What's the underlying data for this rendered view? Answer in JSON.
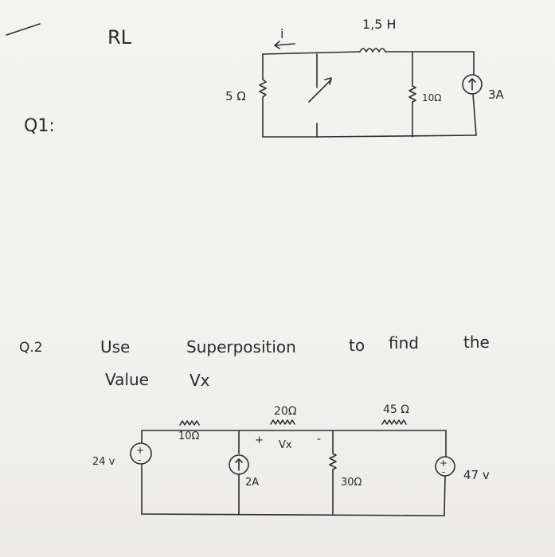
{
  "q1": {
    "marker": "Q1:",
    "title": "RL",
    "inductor": "1,5 H",
    "current": "i",
    "r5": "5 Ω",
    "r10": "10Ω",
    "source": "3A"
  },
  "q2": {
    "marker": "Q.2",
    "prompt_line1": [
      "Use",
      "Superposition",
      "to",
      "find",
      "the"
    ],
    "prompt_line2": [
      "Value",
      "Vx"
    ],
    "r10": "10Ω",
    "r20": "20Ω",
    "r45": "45 Ω",
    "r30": "30Ω",
    "v24": "24 v",
    "i2": "2A",
    "v47": "47 v",
    "vx": "Vx",
    "plus": "+",
    "minus": "-"
  }
}
